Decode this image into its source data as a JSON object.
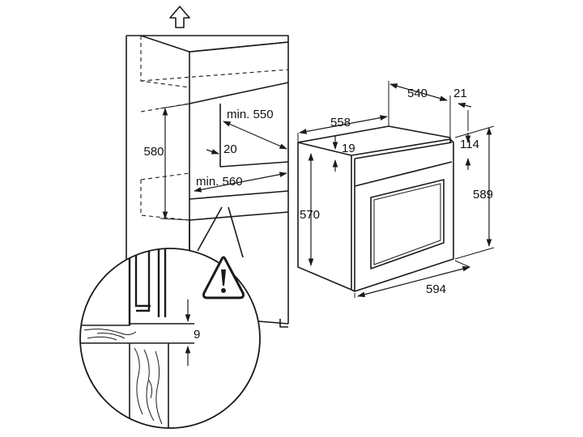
{
  "colors": {
    "line": "#1a1a1a",
    "background": "#ffffff",
    "text": "#111111"
  },
  "icons": {
    "ventilation": "up-arrow-icon",
    "warning": "warning-triangle-icon"
  },
  "dimensions": {
    "niche_depth": "min. 550",
    "niche_gap": "20",
    "niche_width": "min. 560",
    "niche_height": "580",
    "oven_depth": "558",
    "oven_body_depth": "540",
    "front_thickness": "21",
    "top_offset": "19",
    "control_height": "114",
    "oven_height": "589",
    "body_height": "570",
    "oven_width": "594",
    "detail_gap": "9"
  }
}
